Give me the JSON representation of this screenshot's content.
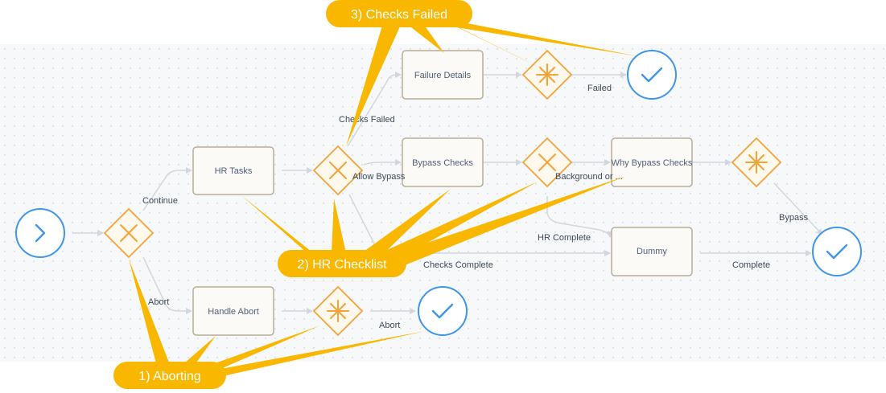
{
  "start_event": {
    "icon": "chevron-right-icon"
  },
  "gateways": {
    "main": {
      "type": "exclusive",
      "icon": "x-icon"
    },
    "checklist": {
      "type": "exclusive",
      "icon": "x-icon"
    },
    "bypass_decision": {
      "type": "exclusive",
      "icon": "x-icon"
    },
    "failure_join": {
      "type": "complex",
      "icon": "asterisk-icon"
    },
    "bypass_join": {
      "type": "complex",
      "icon": "asterisk-icon"
    },
    "abort_join": {
      "type": "complex",
      "icon": "asterisk-icon"
    }
  },
  "end_events": {
    "icon": "checkmark-icon"
  },
  "tasks": {
    "hr_tasks": "HR Tasks",
    "handle_abort": "Handle Abort",
    "failure_details": "Failure Details",
    "bypass_checks": "Bypass Checks",
    "why_bypass_checks": "Why Bypass Checks",
    "dummy": "Dummy"
  },
  "edge_labels": {
    "continue": "Continue",
    "abort": "Abort",
    "checks_failed": "Checks Failed",
    "allow_bypass": "Allow Bypass",
    "background_or": "Background or ...",
    "hr_complete": "HR Complete",
    "checks_complete": "Checks Complete",
    "complete": "Complete",
    "bypass": "Bypass",
    "failed": "Failed",
    "abort_end": "Abort"
  },
  "callouts": {
    "aborting": "1) Aborting",
    "hr_checklist": "2) HR Checklist",
    "checks_failed": "3) Checks Failed"
  },
  "colors": {
    "callout": "#f9b700",
    "gateway": "#f2a43a",
    "event": "#3f95e9",
    "connector": "#d2d6dd"
  }
}
